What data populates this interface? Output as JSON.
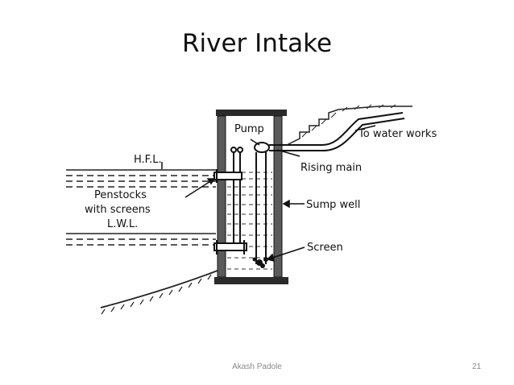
{
  "slide": {
    "title": "River Intake",
    "footer_author": "Akash Padole",
    "page_number": "21"
  },
  "diagram": {
    "labels": {
      "pump": "Pump",
      "to_water_works": "To water works",
      "hfl": "H.F.L.",
      "rising_main": "Rising main",
      "penstocks": "Penstocks",
      "with_screens": "with screens",
      "lwl": "L.W.L.",
      "sump_well": "Sump well",
      "screen": "Screen"
    }
  }
}
